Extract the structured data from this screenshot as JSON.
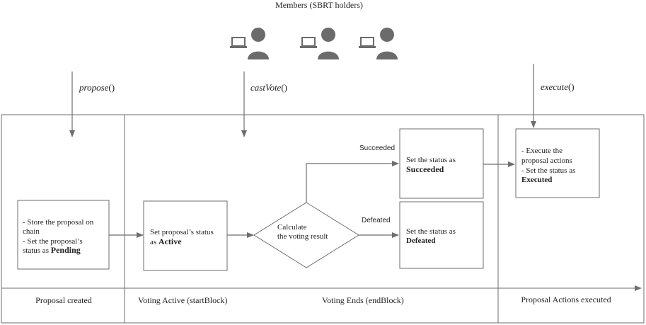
{
  "header": {
    "title": "Members (SBRT holders)"
  },
  "icons": {
    "user": "user-at-laptop-icon",
    "count": 3
  },
  "calls": {
    "propose": {
      "name": "propose",
      "parens": "()"
    },
    "cast_vote": {
      "name": "castVote",
      "parens": "()"
    },
    "execute": {
      "name": "execute",
      "parens": "()"
    }
  },
  "boxes": {
    "store": {
      "line1": "- Store the proposal on",
      "line2": "chain",
      "line3": "- Set the proposal’s",
      "line4_prefix": "status as ",
      "line4_bold": "Pending"
    },
    "active": {
      "line1": "Set proposal’s status",
      "line2_prefix": "as ",
      "line2_bold": "Active"
    },
    "calculate": {
      "line1": "Calculate",
      "line2": "the voting result"
    },
    "succeeded": {
      "line1": "Set the status as",
      "line2_bold": "Succeeded"
    },
    "defeated": {
      "line1": "Set the status as",
      "line2_bold": "Defeated"
    },
    "execute": {
      "line1": "- Execute the",
      "line2": "proposal actions",
      "line3": "- Set the status as",
      "line4_bold": "Executed"
    }
  },
  "branches": {
    "succeeded": "Succeeded",
    "defeated": "Defeated"
  },
  "phases": [
    "Proposal created",
    "Voting Active (startBlock)",
    "Voting Ends (endBlock)",
    "Proposal Actions executed"
  ],
  "colors": {
    "line": "#6e6e6e",
    "icon": "#6b6b6b"
  }
}
